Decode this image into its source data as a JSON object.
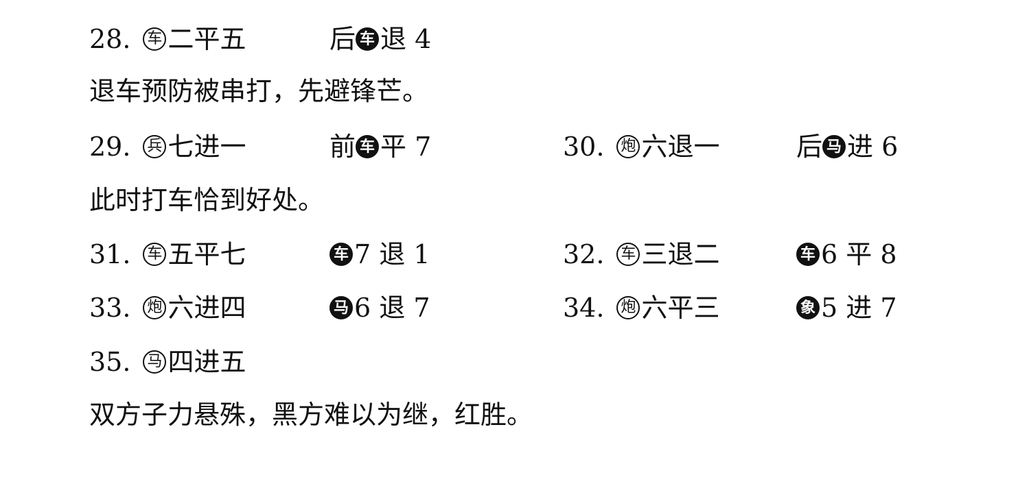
{
  "rows": [
    {
      "left": {
        "number": "28.",
        "red_piece": "车",
        "red_text": "二平五",
        "black_prefix": "后",
        "black_piece": "车",
        "black_text": "退 4"
      }
    },
    {
      "comment": "退车预防被串打，先避锋芒。"
    },
    {
      "left": {
        "number": "29.",
        "red_piece": "兵",
        "red_text": "七进一",
        "black_prefix": "前",
        "black_piece": "车",
        "black_text": "平 7"
      },
      "right": {
        "number": "30.",
        "red_piece": "炮",
        "red_text": "六退一",
        "black_prefix": "后",
        "black_piece": "马",
        "black_text": "进 6"
      }
    },
    {
      "comment": "此时打车恰到好处。"
    },
    {
      "left": {
        "number": "31.",
        "red_piece": "车",
        "red_text": "五平七",
        "black_prefix": "",
        "black_piece": "车",
        "black_text": "7 退 1"
      },
      "right": {
        "number": "32.",
        "red_piece": "车",
        "red_text": "三退二",
        "black_prefix": "",
        "black_piece": "车",
        "black_text": "6 平 8"
      }
    },
    {
      "left": {
        "number": "33.",
        "red_piece": "炮",
        "red_text": "六进四",
        "black_prefix": "",
        "black_piece": "马",
        "black_text": "6 退 7"
      },
      "right": {
        "number": "34.",
        "red_piece": "炮",
        "red_text": "六平三",
        "black_prefix": "",
        "black_piece": "象",
        "black_text": "5 进 7"
      }
    },
    {
      "left": {
        "number": "35.",
        "red_piece": "马",
        "red_text": "四进五"
      }
    },
    {
      "comment": "双方子力悬殊，黑方难以为继，红胜。"
    }
  ]
}
